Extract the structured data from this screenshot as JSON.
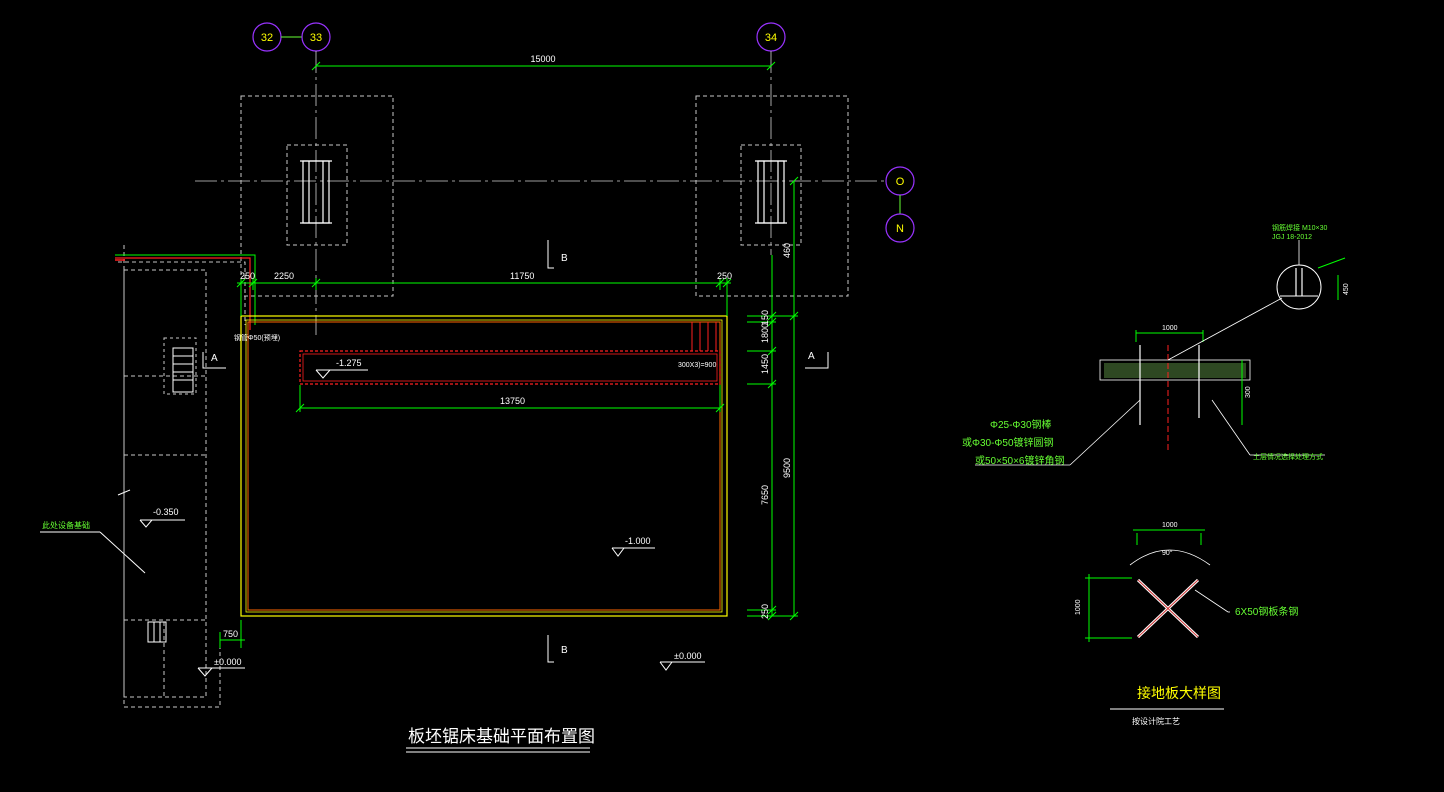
{
  "axes": {
    "a32": "32",
    "a33": "33",
    "a34": "34",
    "aO": "O",
    "aN": "N"
  },
  "dimensions": {
    "top_span": "15000",
    "d250_left": "250",
    "d2250": "2250",
    "d11750": "11750",
    "d250_right": "250",
    "d460": "460",
    "d150": "150",
    "d1800": "1800",
    "d1450": "1450",
    "d9500": "9500",
    "d7650": "7650",
    "d250_bottom": "250",
    "d750": "750",
    "d13750": "13750",
    "trench": "300X3)=900"
  },
  "levels": {
    "lv_1275": "-1.275",
    "lv_0350": "-0.350",
    "lv_1000": "-1.000",
    "lv_0000_left": "±0.000",
    "lv_0000_mid": "±0.000"
  },
  "sections": {
    "b_top": "B",
    "b_bottom": "B",
    "a_left": "A",
    "a_right": "A"
  },
  "annotations": {
    "pipe_note": "钢管Φ50(预埋)",
    "left_note": "此处设备基础",
    "rod_spec": "Φ25-Φ30钢棒",
    "angle_spec": "或Φ30-Φ50镀锌圆钢",
    "steel_spec": "或50×50×6镀锌角钢",
    "soil_note": "土层情况选择处理方式",
    "plate_spec": "6X50钢板条钢",
    "angle_90": "90°",
    "dim_1000_top": "1000",
    "dim_1000_mid": "1000",
    "dim_1000_vert": "1000",
    "dim_300": "300",
    "dim_450": "450",
    "detail_note_1": "钢筋焊接 M10×30",
    "detail_note_2": "JGJ 18-2012",
    "bottom_small": "按设计院工艺"
  },
  "titles": {
    "main_title": "板坯锯床基础平面布置图",
    "detail_title": "接地板大样图"
  },
  "colors": {
    "background": "#000000",
    "dim": "#00ff00",
    "outline": "#ffff00",
    "trench": "#ff2020",
    "hidden": "#c8c8c8",
    "axis_circle": "#9933ff",
    "centerline": "#d0d0d0"
  }
}
